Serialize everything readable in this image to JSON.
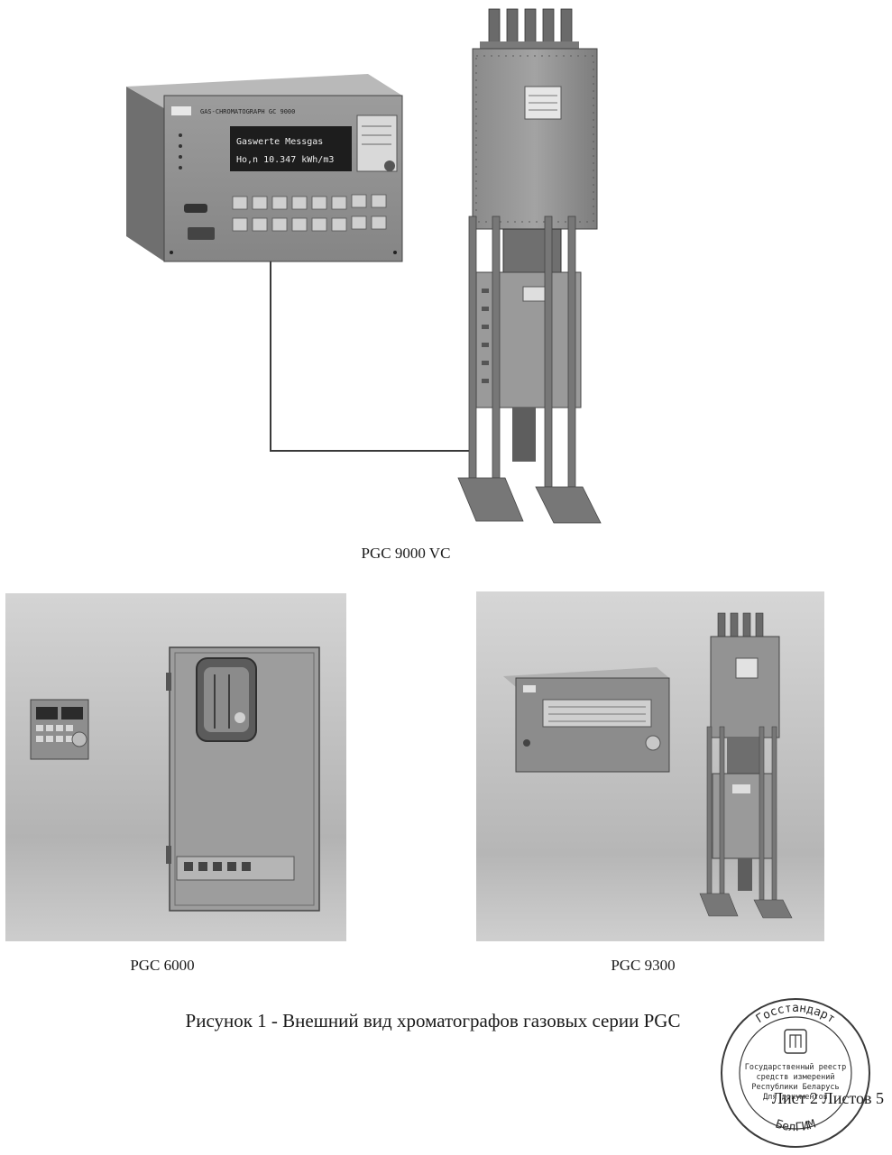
{
  "figures": {
    "top": {
      "caption": "PGC 9000 VC",
      "controller": {
        "header": "GAS-CHROMATOGRAPH GC 9000",
        "display_line1": "Gaswerte Messgas",
        "display_line2": "Ho,n 10.347  kWh/m3"
      }
    },
    "bottom_left": {
      "caption": "PGC 6000"
    },
    "bottom_right": {
      "caption": "PGC 9300"
    }
  },
  "figure_title": "Рисунок 1 - Внешний вид хроматографов газовых серии PGC",
  "page_counter": "Лист 2 Листов 5",
  "stamp": {
    "top_text": "Госстандарт",
    "middle_lines": [
      "Государственный реестр",
      "средств измерений",
      "Республики Беларусь",
      "Для документов"
    ],
    "bottom_text": "БелГИМ"
  }
}
